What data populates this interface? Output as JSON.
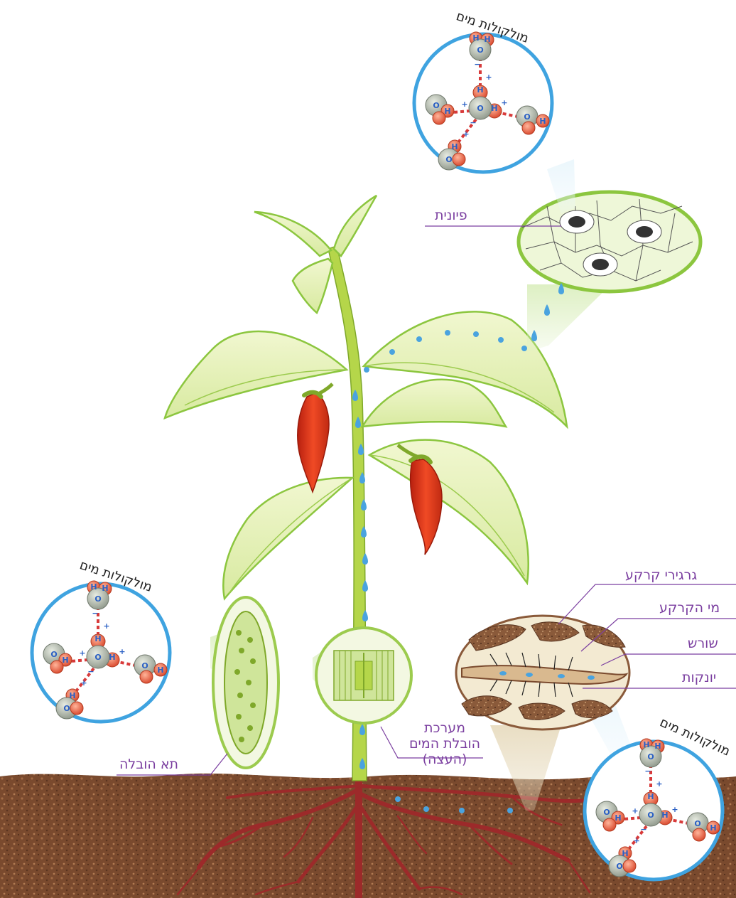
{
  "labels": {
    "water_molecules": "מולקולות מים",
    "stoma": "פיונית",
    "transport_cell": "תא הובלה",
    "water_transport_line1": "מערכת",
    "water_transport_line2": "הובלת המים",
    "water_transport_line3": "(העצה)",
    "soil_particles": "גרגירי קרקע",
    "soil_water": "מי הקרקע",
    "root": "שורש",
    "root_hairs": "יונקות"
  },
  "atoms": {
    "hydrogen": "H",
    "oxygen": "O",
    "plus": "+",
    "minus": "−"
  },
  "colors": {
    "label_purple": "#7b3fa0",
    "circle_blue": "#3fa3e0",
    "water_drop": "#4aa3df",
    "leaf_green": "#8cc63f",
    "leaf_light": "#e4f0b8",
    "stem": "#b5d64a",
    "pepper_red": "#e0321c",
    "soil_brown": "#7a4a2e",
    "root_red": "#9c2a2a",
    "hydrogen_red": "#e65a3a",
    "oxygen_grey": "#a9b0a0"
  }
}
